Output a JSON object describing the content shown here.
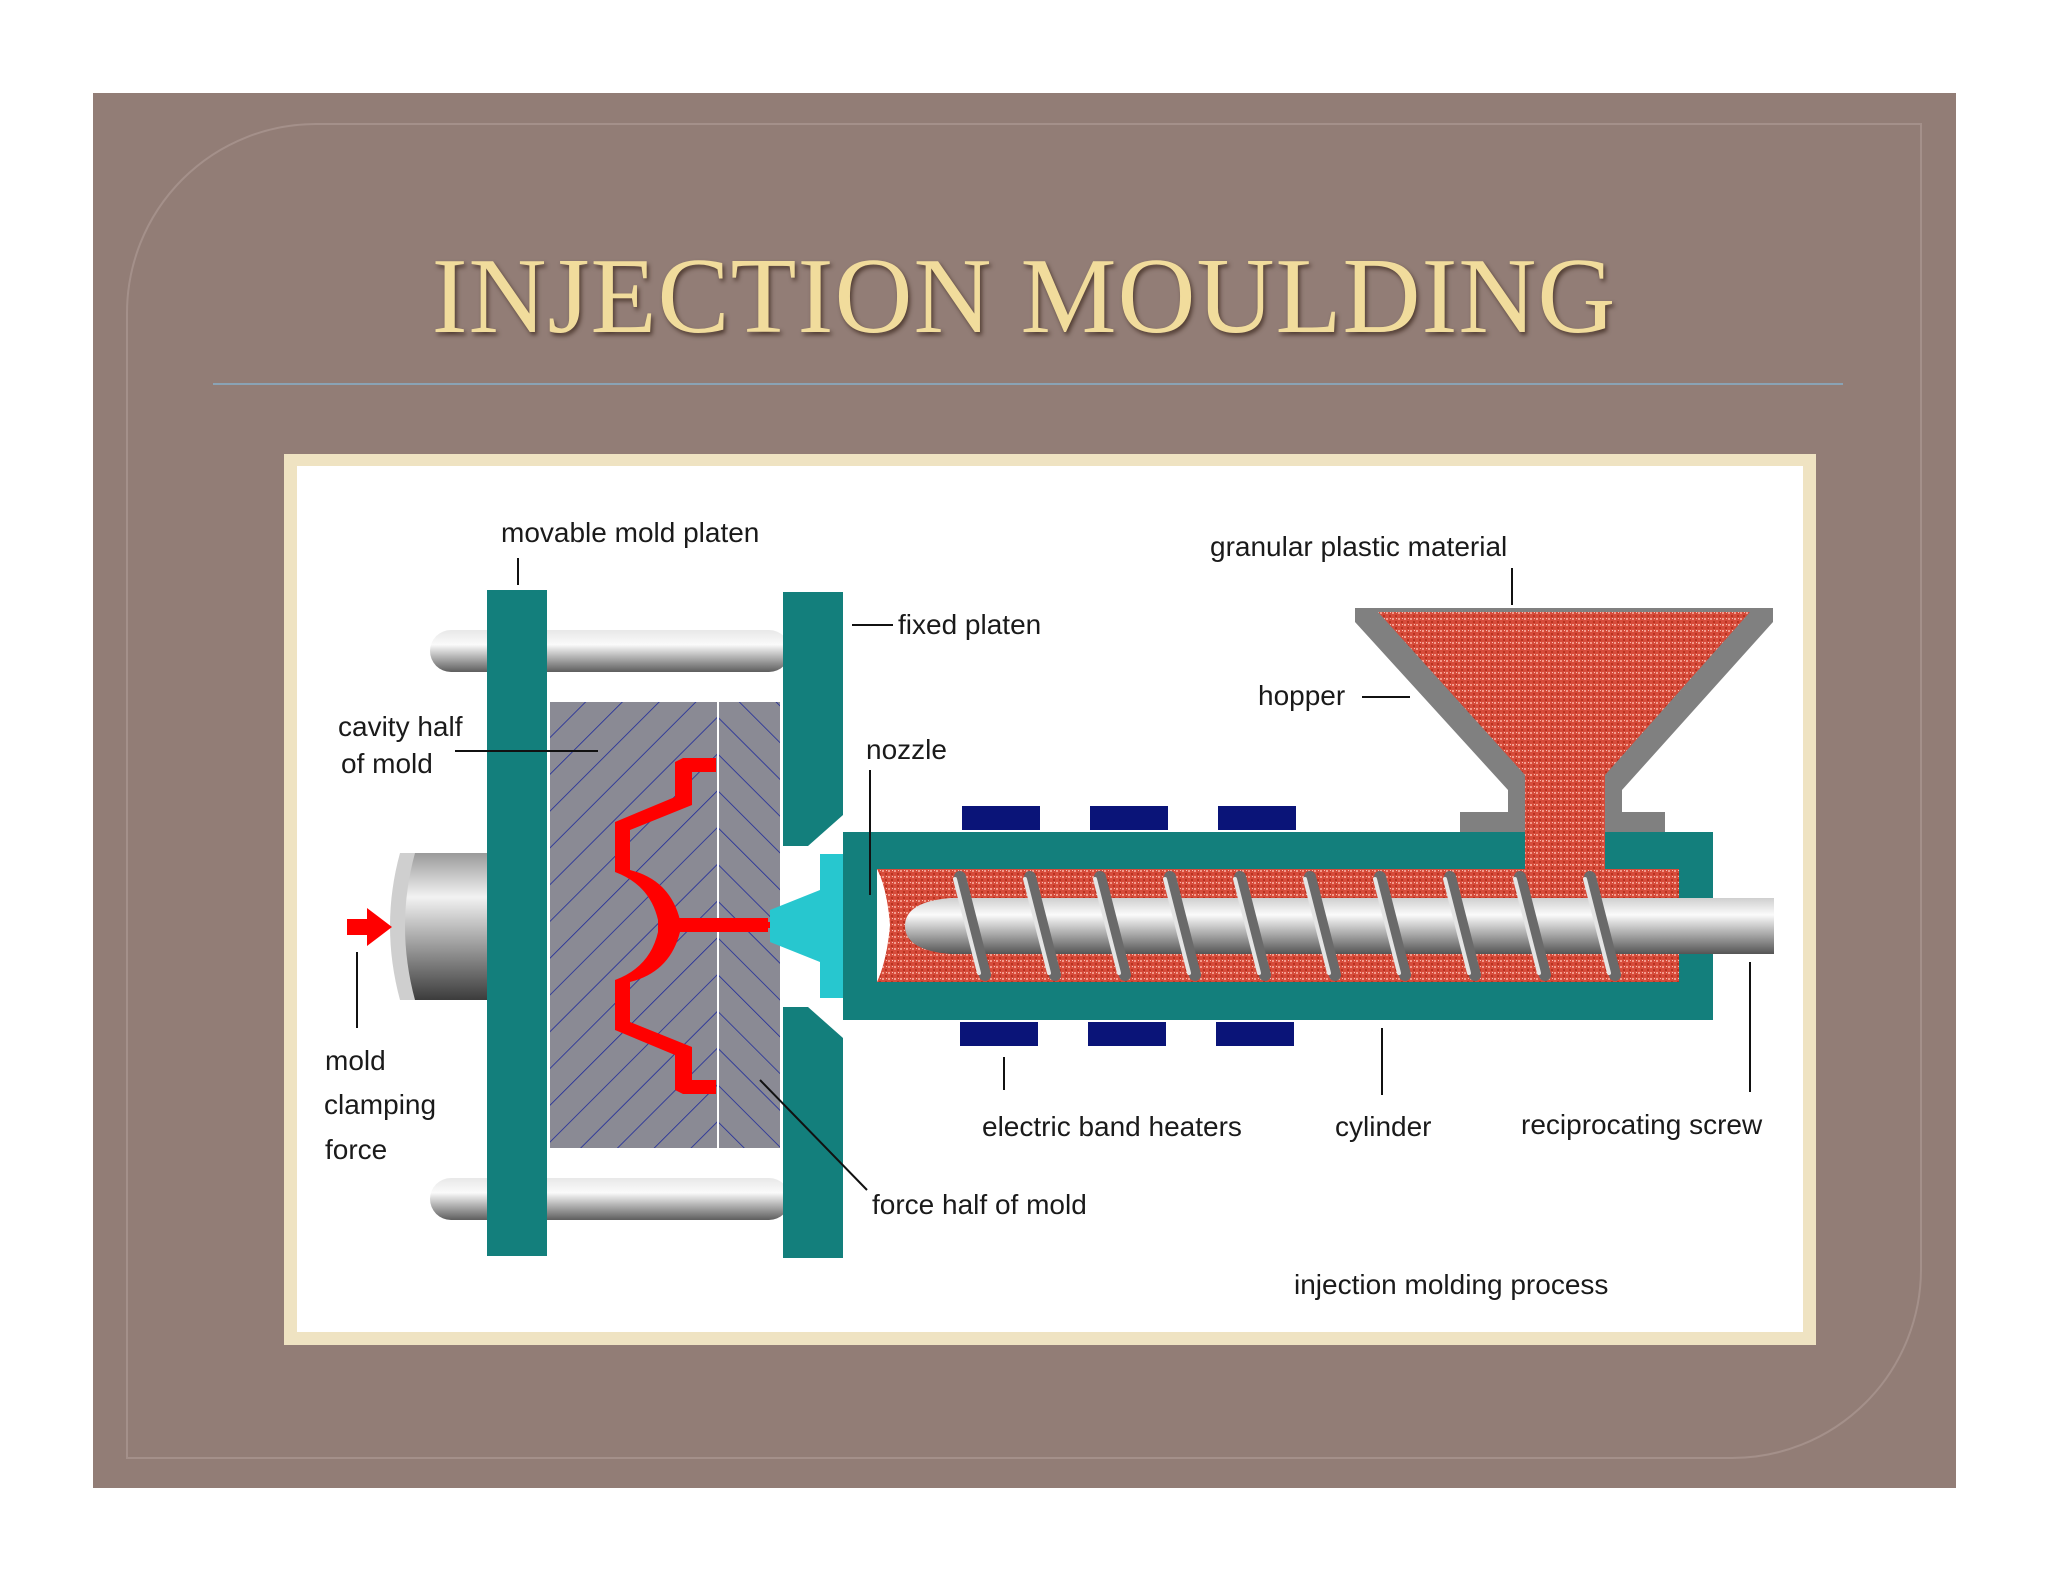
{
  "slide": {
    "title": "INJECTION MOULDING"
  },
  "diagram": {
    "labels": {
      "movable_mold_platen": "movable mold platen",
      "granular_plastic_material": "granular plastic material",
      "fixed_platen": "fixed platen",
      "hopper": "hopper",
      "cavity_half_line1": "cavity half",
      "cavity_half_line2": "of mold",
      "nozzle": "nozzle",
      "mold_line1": "mold",
      "mold_line2": "clamping",
      "mold_line3": "force",
      "electric_band_heaters": "electric band heaters",
      "cylinder": "cylinder",
      "reciprocating_screw": "reciprocating screw",
      "force_half_of_mold": "force half of mold",
      "caption": "injection molding process"
    },
    "colors": {
      "platen": "#137f7c",
      "mold": "#8a8a94",
      "mold_hatch": "#1f2a9a",
      "plastic_flow": "#ff0000",
      "molten_plastic": "#d9503f",
      "nozzle": "#27c7cf",
      "heater": "#0a1478",
      "screw": "#9a9a9a",
      "tie_bar": "#8c8c8c",
      "hopper_rim": "#808080"
    }
  }
}
